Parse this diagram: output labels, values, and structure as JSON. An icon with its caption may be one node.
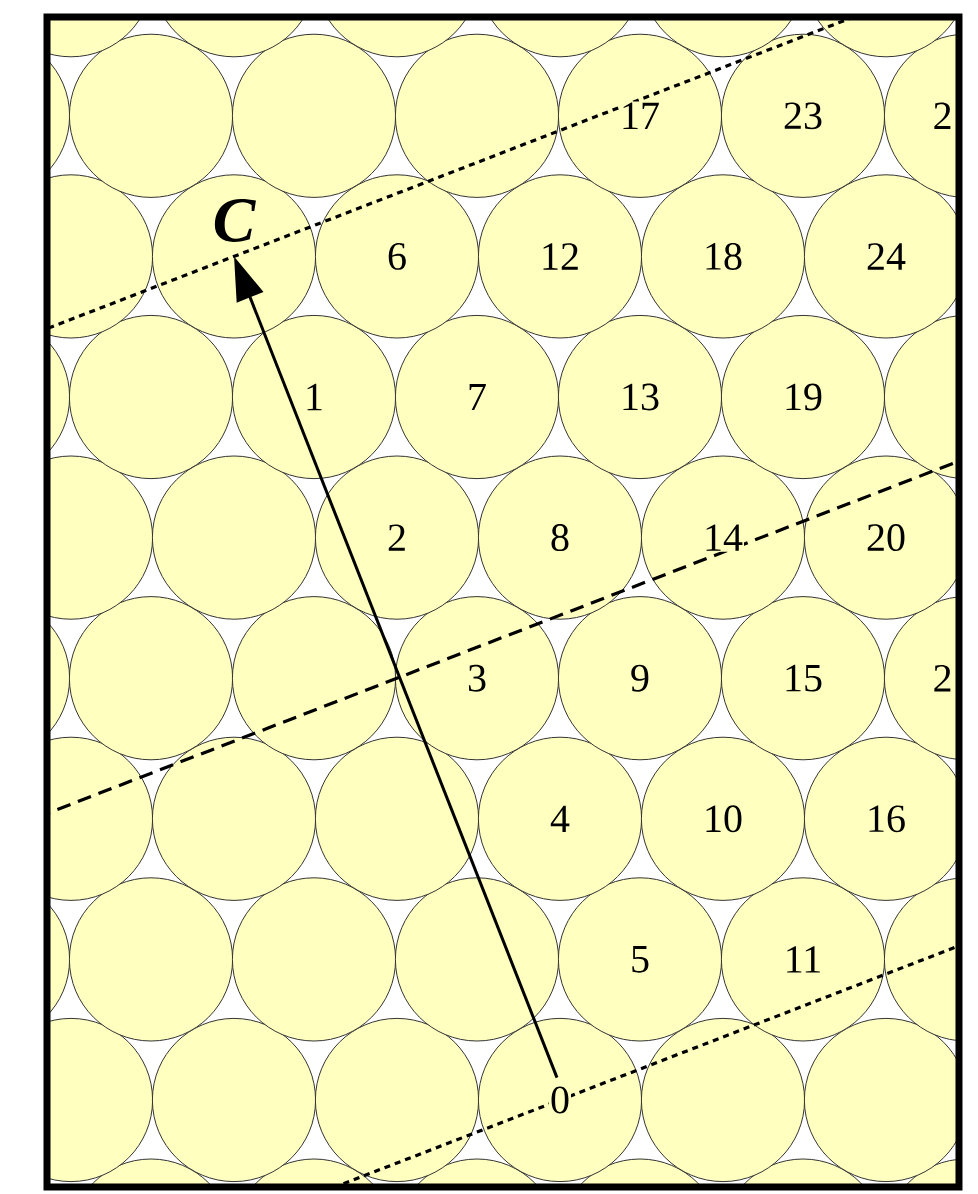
{
  "diagram": {
    "labels": [
      "17",
      "23",
      "2",
      "C",
      "6",
      "12",
      "18",
      "24",
      "1",
      "7",
      "13",
      "19",
      "2",
      "8",
      "14",
      "20",
      "3",
      "9",
      "15",
      "2",
      "4",
      "10",
      "16",
      "5",
      "11",
      "0"
    ]
  }
}
